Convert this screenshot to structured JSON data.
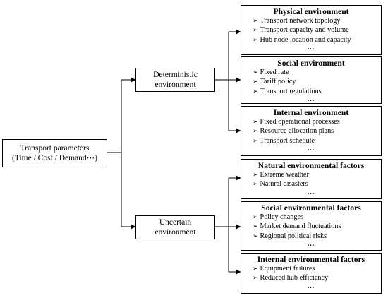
{
  "root": {
    "line1": "Transport parameters",
    "line2": "(Time / Cost / Demand⋯)"
  },
  "branches": [
    {
      "line1": "Deterministic",
      "line2": "environment",
      "groups": [
        {
          "title": "Physical environment",
          "items": [
            "Transport network topology",
            "Transport capacity and volume",
            "Hub node location and capacity"
          ],
          "more": "…"
        },
        {
          "title": "Social environment",
          "items": [
            "Fixed rate",
            "Tariff policy",
            "Transport regulations"
          ],
          "more": "…"
        },
        {
          "title": "Internal environment",
          "items": [
            "Fixed operational processes",
            "Resource allocation plans",
            "Transport schedule"
          ],
          "more": "…"
        }
      ]
    },
    {
      "line1": "Uncertain",
      "line2": "environment",
      "groups": [
        {
          "title": "Natural environmental factors",
          "items": [
            "Extreme weather",
            "Natural disasters"
          ],
          "more": "…"
        },
        {
          "title": "Social environmental factors",
          "items": [
            "Policy changes",
            "Market demand fluctuations",
            "Regional political risks"
          ],
          "more": "…"
        },
        {
          "title": "Internal environmental factors",
          "items": [
            "Equipment failures",
            "Reduced hub efficiency"
          ],
          "more": "…"
        }
      ]
    }
  ]
}
